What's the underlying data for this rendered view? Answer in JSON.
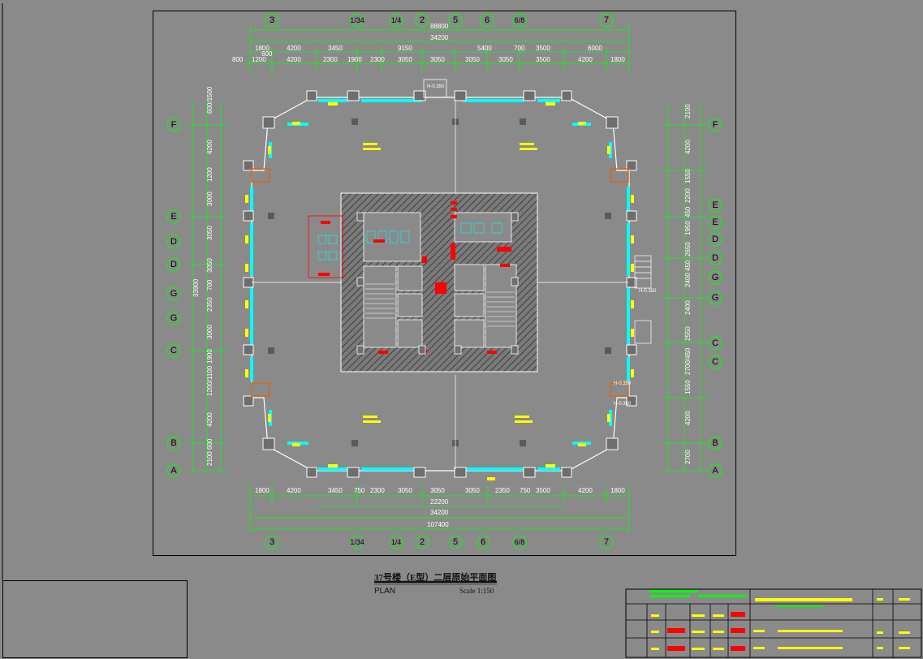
{
  "drawing": {
    "title": "37号楼（E型）二层原始平面图",
    "plan_label": "PLAN",
    "scale_label": "Scale 1:150"
  },
  "grid_cols_top": [
    "3",
    "1/34",
    "1/4",
    "2",
    "5",
    "6",
    "6/8",
    "7"
  ],
  "grid_cols_bottom": [
    "3",
    "1/34",
    "1/4",
    "2",
    "5",
    "6",
    "6/8",
    "7"
  ],
  "grid_rows_left": [
    "F",
    "E",
    "D",
    "D",
    "G",
    "G",
    "C",
    "B",
    "A"
  ],
  "grid_rows_right": [
    "F",
    "E",
    "E",
    "D",
    "D",
    "G",
    "G",
    "C",
    "C",
    "B",
    "A"
  ],
  "dims_top": {
    "total": "88800",
    "sub_total": "34200",
    "row1": [
      "1800",
      "4200",
      "3450",
      "9150",
      "5400",
      "700",
      "3500",
      "6000"
    ],
    "row2": [
      "800",
      "1200",
      "600",
      "4200",
      "2300",
      "1900",
      "2300",
      "3050",
      "3050",
      "3050",
      "3050",
      "3500",
      "4200",
      "1800"
    ]
  },
  "dims_bottom": {
    "row1": [
      "1800",
      "4200",
      "3450",
      "750",
      "2300",
      "3050",
      "3050",
      "3050",
      "2350",
      "750",
      "3500",
      "4200",
      "1800"
    ],
    "sub1": "22200",
    "sub2": "34200",
    "total": "107400"
  },
  "dims_left": [
    "600/1500",
    "4200",
    "1200",
    "3000",
    "3050",
    "3050",
    "700",
    "2350",
    "3000",
    "1900",
    "1200/1100",
    "4200",
    "600",
    "2100"
  ],
  "dims_left_total": "33900",
  "dims_right": [
    "2100",
    "4200",
    "1550",
    "2200",
    "450",
    "1950",
    "2650",
    "2400",
    "450",
    "2400",
    "2550",
    "2700/450",
    "1550",
    "4200",
    "2700"
  ],
  "level_marks": [
    "H-0.350",
    "H-0.350",
    "H-0.350",
    "H-0.350"
  ],
  "colors": {
    "grid": "#00ff00",
    "glass": "#00ffff",
    "wall": "#ffffff",
    "column": "#ffff00",
    "hatch": "#3a3a3a",
    "red": "#ff0000",
    "frame": "#000000"
  }
}
